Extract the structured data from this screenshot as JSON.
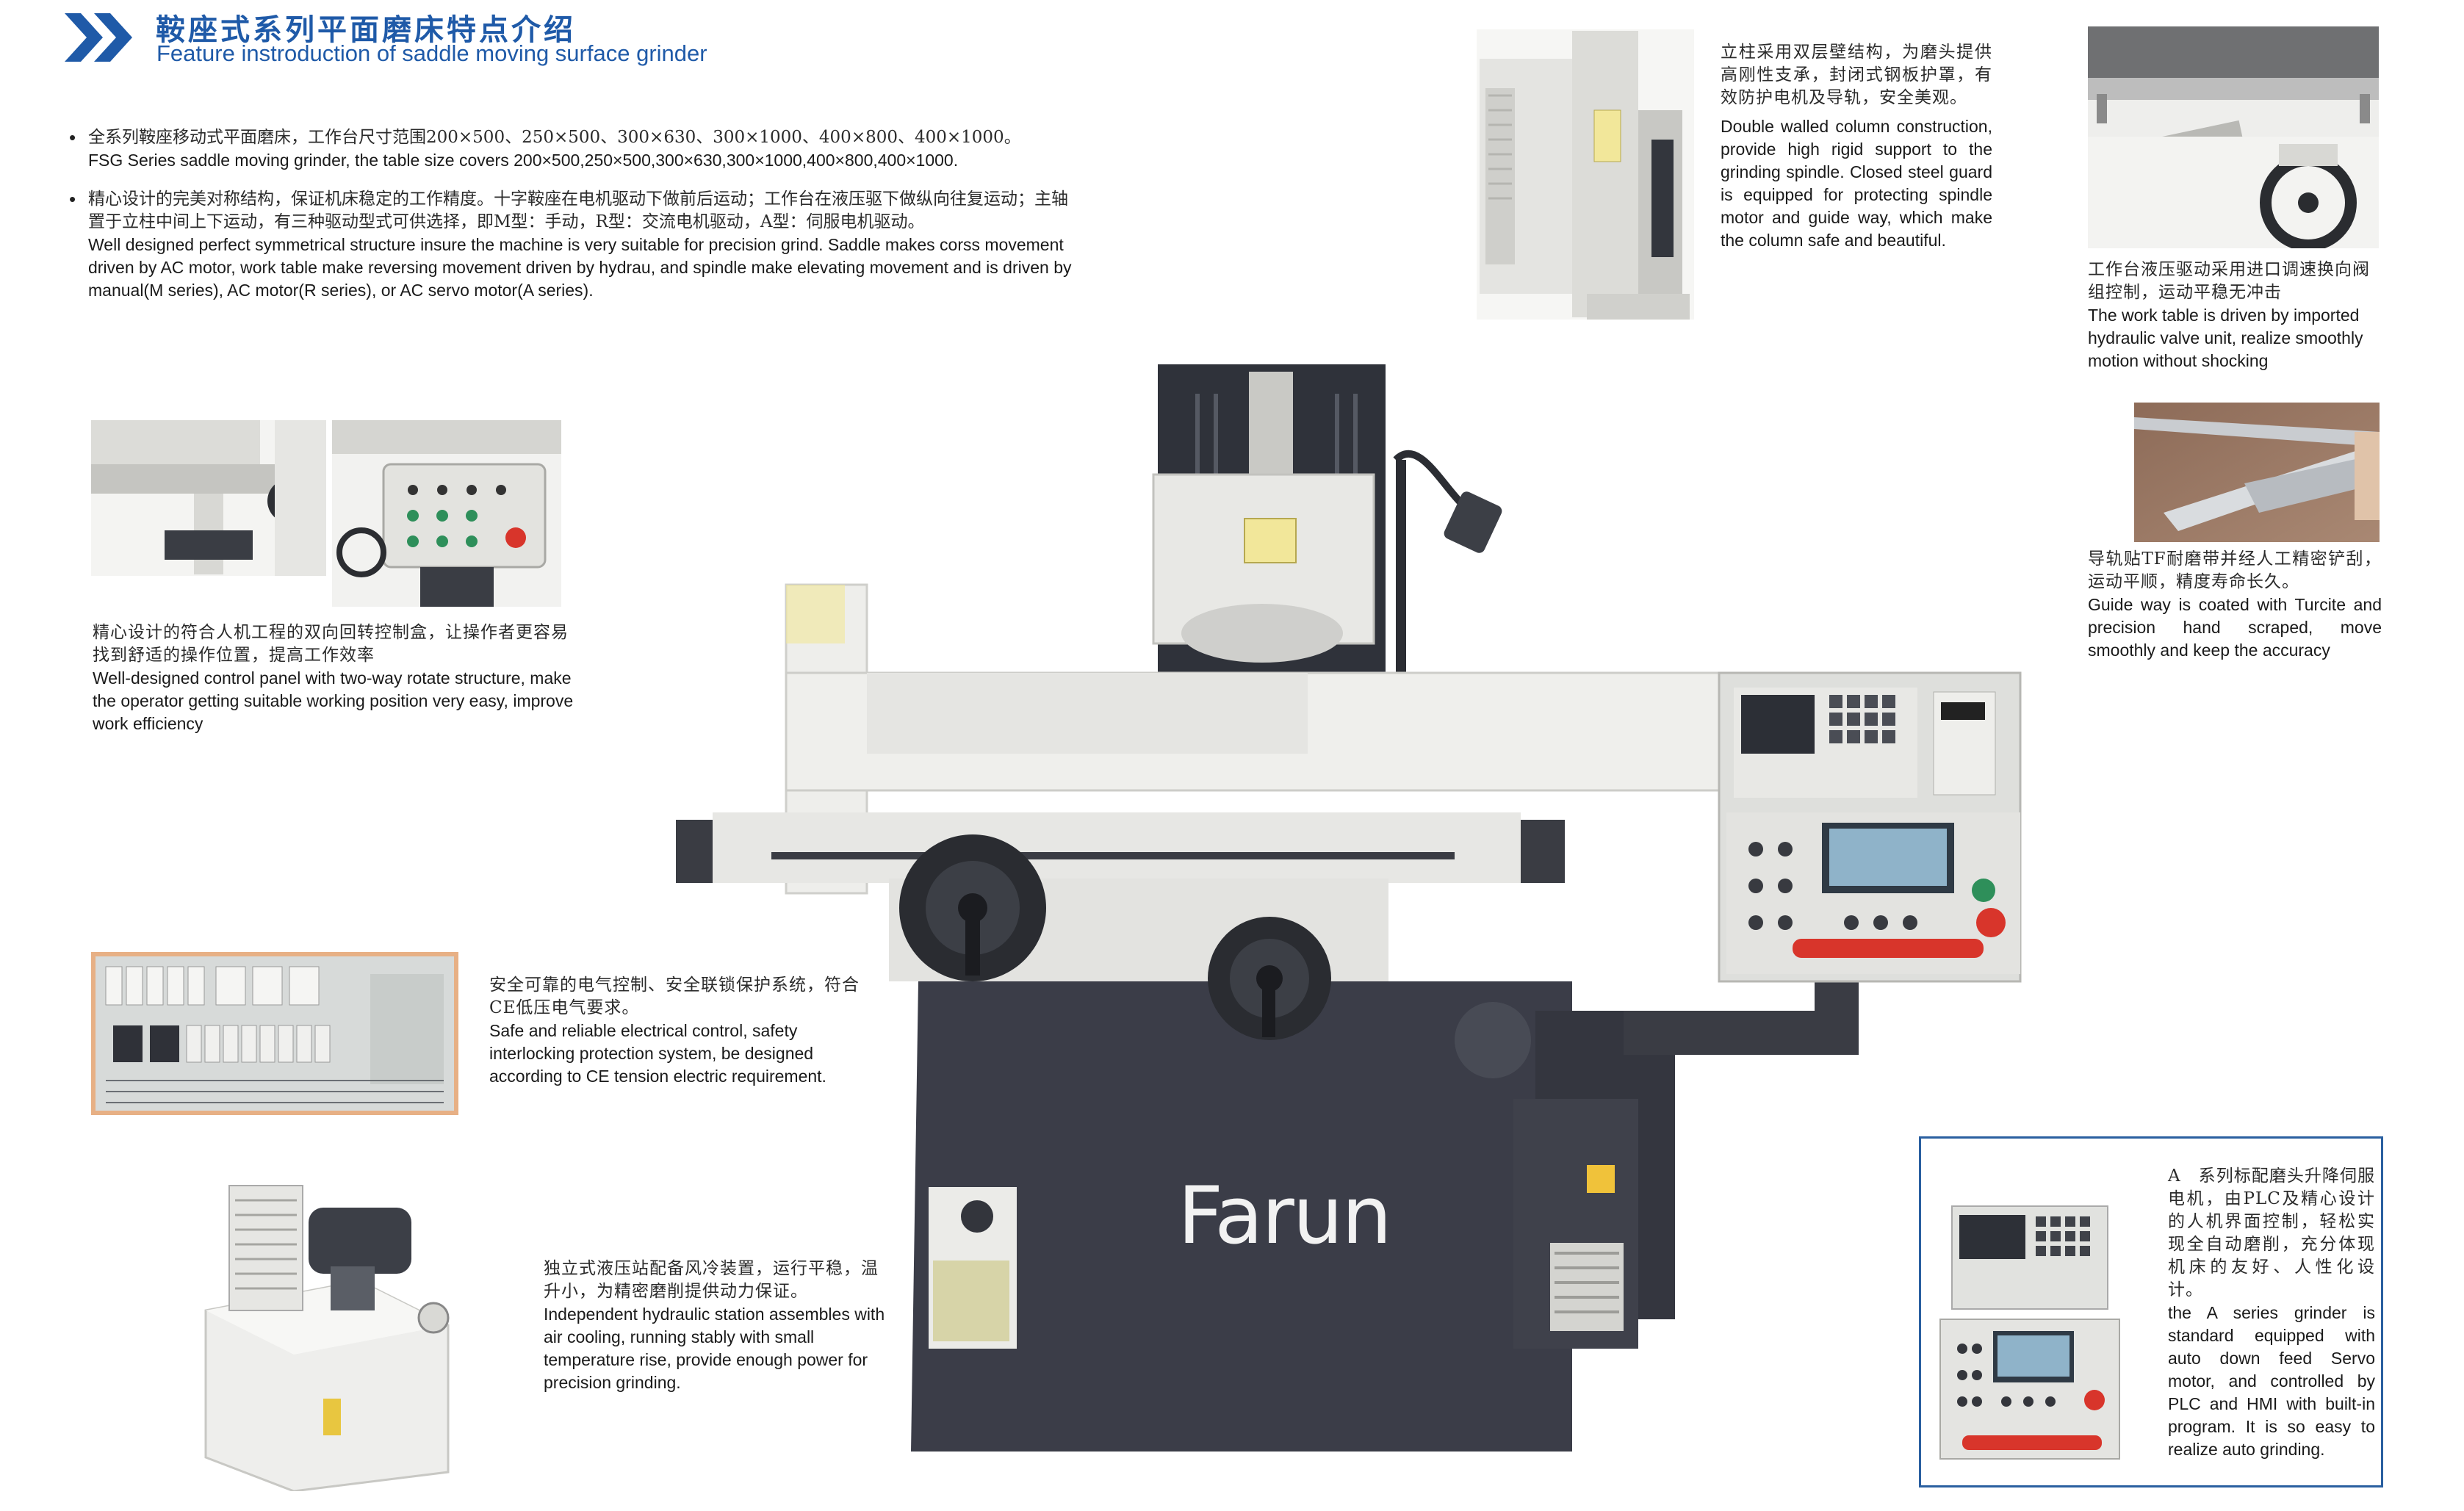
{
  "header": {
    "title_cn": "鞍座式系列平面磨床特点介绍",
    "title_en": "Feature instroduction of saddle moving surface grinder"
  },
  "intro": [
    {
      "cn": "全系列鞍座移动式平面磨床，工作台尺寸范围200×500、250×500、300×630、300×1000、400×800、400×1000。",
      "en": "FSG Series saddle moving grinder, the table size covers 200×500,250×500,300×630,300×1000,400×800,400×1000."
    },
    {
      "cn": "精心设计的完美对称结构，保证机床稳定的工作精度。十字鞍座在电机驱动下做前后运动；工作台在液压驱下做纵向往复运动；主轴置于立柱中间上下运动，有三种驱动型式可供选择，即M型：手动，R型：交流电机驱动，A型：伺服电机驱动。",
      "en": "Well designed perfect symmetrical structure insure the machine is very suitable for precision grind. Saddle makes corss movement driven by AC motor, work table make reversing movement driven by hydrau, and spindle make elevating movement and is driven by manual(M series), AC motor(R series), or AC servo motor(A series)."
    }
  ],
  "features": {
    "column": {
      "cn": "立柱采用双层壁结构，为磨头提供高刚性支承，封闭式钢板护罩，有效防护电机及导轨，安全美观。",
      "en": "Double walled column construction, provide high rigid support to the grinding spindle. Closed steel guard is equipped for protecting spindle motor and guide way, which make the column safe and beautiful."
    },
    "hydraulic_table": {
      "cn": "工作台液压驱动采用进口调速换向阀组控制，运动平稳无冲击",
      "en": "The work table is driven by imported hydraulic valve unit, realize smoothly motion without shocking"
    },
    "guide_way": {
      "cn": "导轨贴TF耐磨带并经人工精密铲刮，运动平顺，精度寿命长久。",
      "en": "Guide way is coated with Turcite and precision hand scraped, move smoothly and keep the accuracy"
    },
    "control_panel": {
      "cn": "精心设计的符合人机工程的双向回转控制盒，让操作者更容易找到舒适的操作位置，提高工作效率",
      "en": "Well-designed control panel with two-way rotate structure, make the operator getting suitable working position very easy, improve work efficiency"
    },
    "electrical": {
      "cn": "安全可靠的电气控制、安全联锁保护系统，符合CE低压电气要求。",
      "en": "Safe and reliable electrical control, safety interlocking protection system, be designed according to CE tension electric requirement."
    },
    "hydraulic_station": {
      "cn": "独立式液压站配备风冷装置，运行平稳，温升小，为精密磨削提供动力保证。",
      "en": "Independent hydraulic station assembles with air cooling, running stably with small temperature rise, provide enough power for precision grinding."
    },
    "a_series": {
      "cn": "A　系列标配磨头升降伺服电机，由PLC及精心设计的人机界面控制，轻松实现全自动磨削，充分体现机床的友好、人性化设计。",
      "en": "the A series grinder is standard equipped with auto down feed Servo motor, and controlled by PLC and HMI with built-in program. It is so easy to realize auto grinding."
    }
  },
  "machine": {
    "brand_logo": "Farun"
  },
  "colors": {
    "brand_blue": "#1f5aa8",
    "machine_base": "#3b3d48",
    "machine_cover": "#e7e7e4",
    "accent_red": "#d8352b"
  },
  "icons": [
    "double-chevron-icon"
  ]
}
